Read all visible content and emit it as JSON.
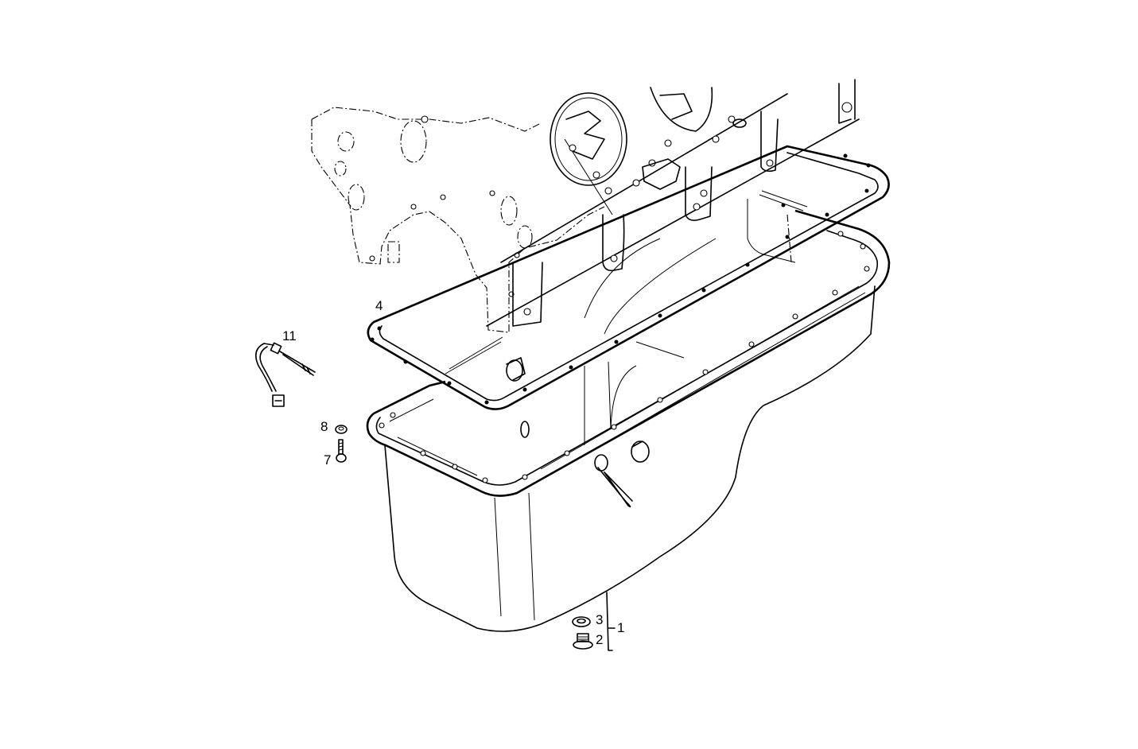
{
  "diagram": {
    "subject": "Engine oil pan assembly – exploded parts view",
    "colors": {
      "line": "#000000",
      "background": "#ffffff"
    },
    "callouts": [
      {
        "id": "1",
        "label": "1",
        "part": "oil-pan-assembly"
      },
      {
        "id": "2",
        "label": "2",
        "part": "drain-plug"
      },
      {
        "id": "3",
        "label": "3",
        "part": "drain-plug-seal-ring"
      },
      {
        "id": "4",
        "label": "4",
        "part": "oil-pan-gasket"
      },
      {
        "id": "7",
        "label": "7",
        "part": "screw"
      },
      {
        "id": "8",
        "label": "8",
        "part": "washer"
      },
      {
        "id": "11",
        "label": "11",
        "part": "oil-level-sensor"
      }
    ]
  }
}
